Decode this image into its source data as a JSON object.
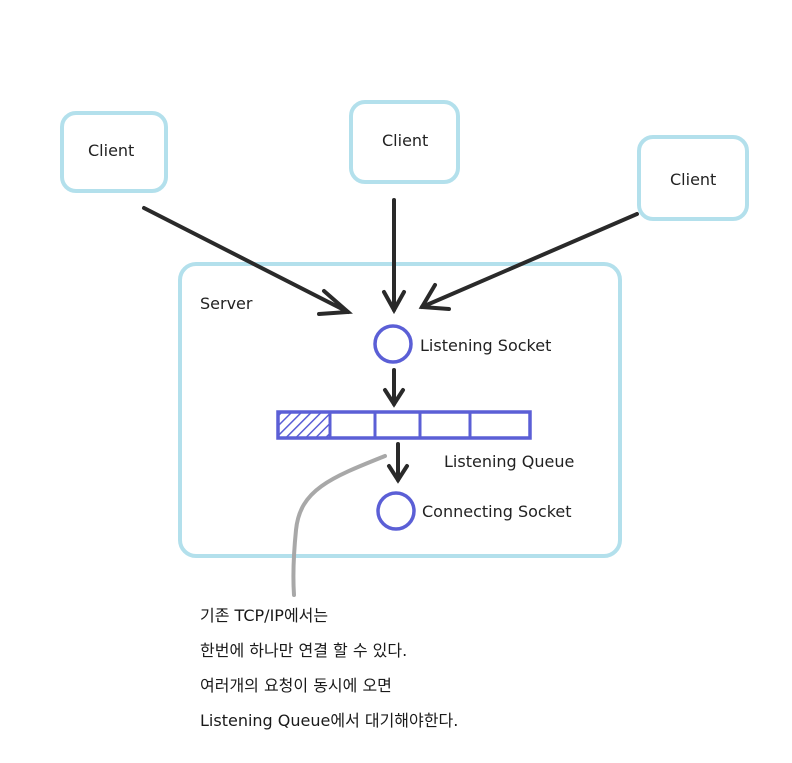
{
  "diagram": {
    "clients": [
      {
        "label": "Client"
      },
      {
        "label": "Client"
      },
      {
        "label": "Client"
      }
    ],
    "server": {
      "label": "Server"
    },
    "listening_socket": {
      "label": "Listening Socket"
    },
    "listening_queue": {
      "label": "Listening Queue"
    },
    "connecting_socket": {
      "label": "Connecting Socket"
    },
    "note": {
      "lines": [
        "기존 TCP/IP에서는",
        "한번에 하나만 연결 할 수 있다.",
        "여러개의 요청이 동시에 오면",
        "Listening Queue에서 대기해야한다."
      ]
    }
  },
  "colors": {
    "box_stroke": "#b3e0ec",
    "socket_stroke": "#5b5fd6",
    "arrow": "#2a2a2a",
    "pointer_line": "#a8a8a8"
  }
}
